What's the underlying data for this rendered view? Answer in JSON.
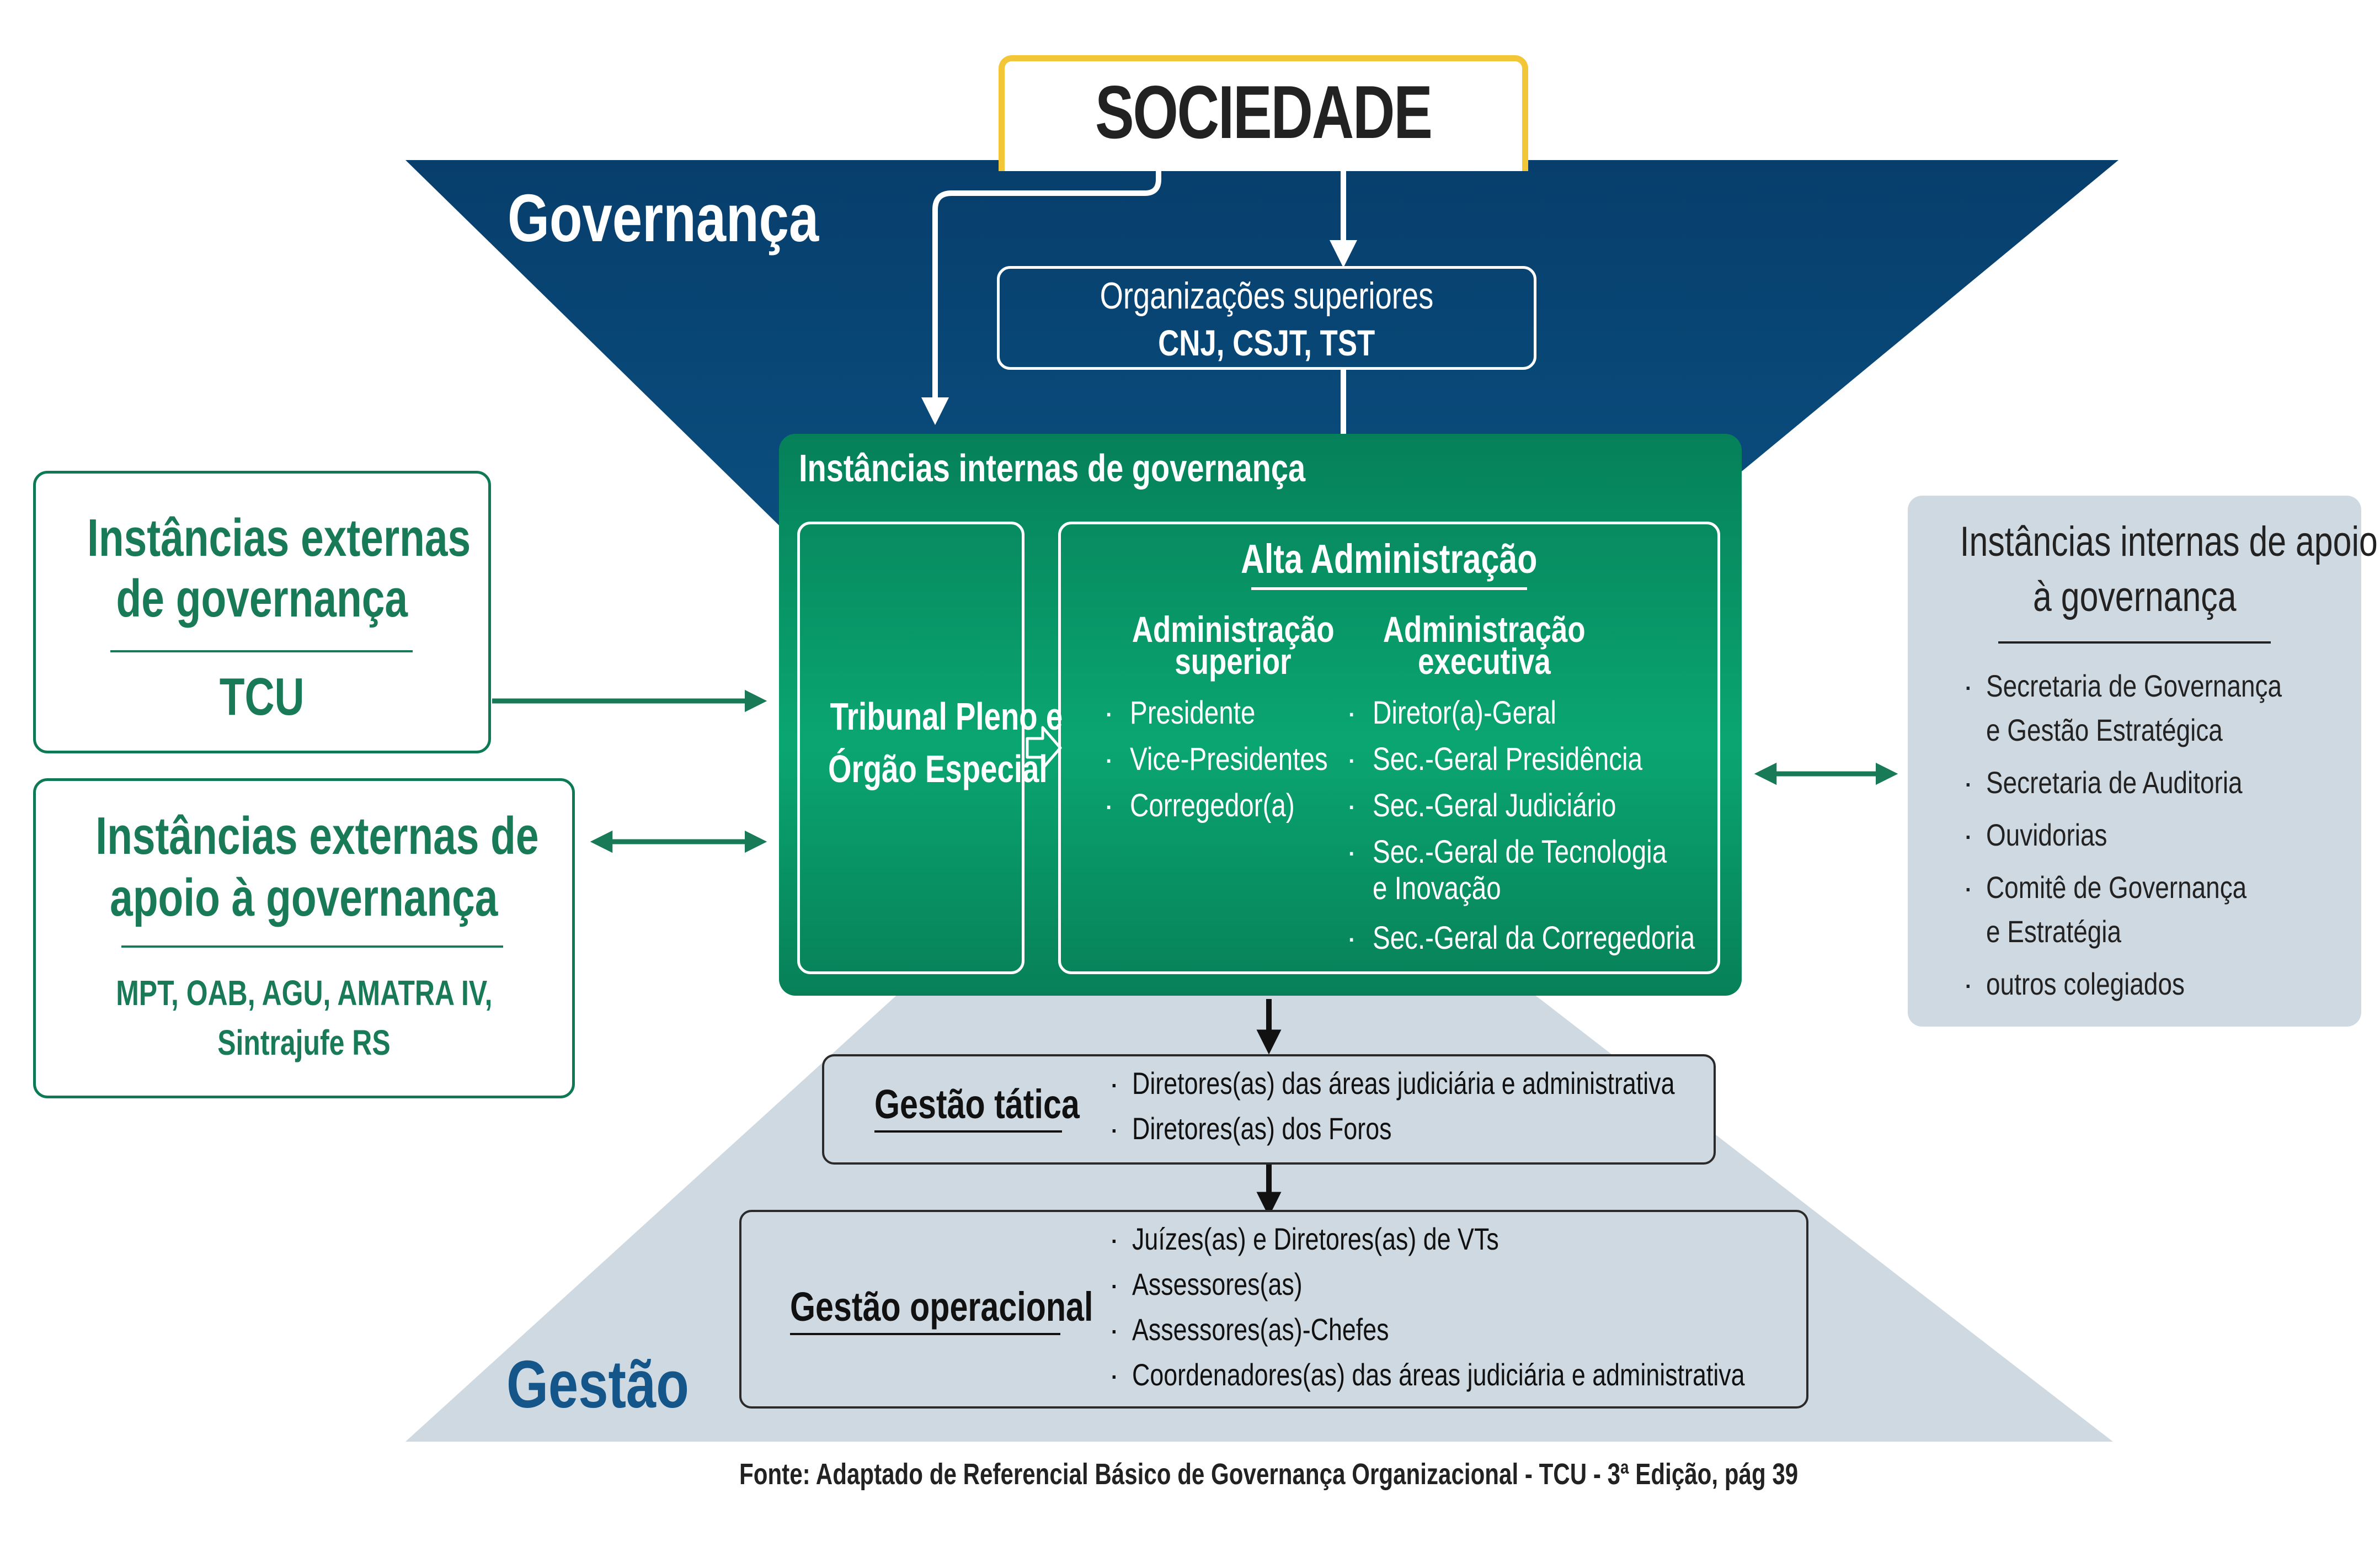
{
  "colors": {
    "navy": "#073e6c",
    "navy_light": "#0c5a8a",
    "gray_blue": "#cfd9e1",
    "green": "#0a8a5e",
    "green_light": "#10a872",
    "green_text": "#197a57",
    "yellow": "#f2c636",
    "ink": "#222222"
  },
  "sociedade": "SOCIEDADE",
  "governanca_label": "Governança",
  "gestao_label": "Gestão",
  "org_sup": {
    "title": "Organizações superiores",
    "value": "CNJ, CSJT, TST"
  },
  "internas": {
    "title": "Instâncias internas de governança",
    "tribunal": [
      "Tribunal Pleno e",
      "Órgão Especial"
    ],
    "alta": {
      "title": "Alta Administração",
      "superior": {
        "title": [
          "Administração",
          "superior"
        ],
        "items": [
          "Presidente",
          "Vice-Presidentes",
          "Corregedor(a)"
        ]
      },
      "executiva": {
        "title": [
          "Administração",
          "executiva"
        ],
        "items": [
          "Diretor(a)-Geral",
          "Sec.-Geral Presidência",
          "Sec.-Geral Judiciário",
          "Sec.-Geral de Tecnologia",
          "e Inovação",
          "Sec.-Geral da Corregedoria"
        ]
      }
    }
  },
  "externas": {
    "title": [
      "Instâncias externas",
      "de governança"
    ],
    "value": "TCU"
  },
  "externas_apoio": {
    "title": [
      "Instâncias externas de",
      "apoio à governança"
    ],
    "items": [
      "MPT, OAB, AGU, AMATRA IV,",
      "Sintrajufe RS"
    ]
  },
  "internas_apoio": {
    "title": [
      "Instâncias internas de apoio",
      "à governança"
    ],
    "items": [
      "Secretaria de Governança",
      "e Gestão Estratégica",
      "Secretaria de Auditoria",
      "Ouvidorias",
      "Comitê de Governança",
      "e Estratégia",
      "outros colegiados"
    ]
  },
  "gestao_tatica": {
    "title": "Gestão tática",
    "items": [
      "Diretores(as) das áreas judiciária e administrativa",
      "Diretores(as) dos Foros"
    ]
  },
  "gestao_operacional": {
    "title": "Gestão operacional",
    "items": [
      "Juízes(as) e Diretores(as) de VTs",
      "Assessores(as)",
      "Assessores(as)-Chefes",
      "Coordenadores(as) das áreas judiciária e administrativa"
    ]
  },
  "bullet": "·",
  "fonte": "Fonte: Adaptado de Referencial Básico de Governança Organizacional - TCU - 3ª Edição, pág 39"
}
